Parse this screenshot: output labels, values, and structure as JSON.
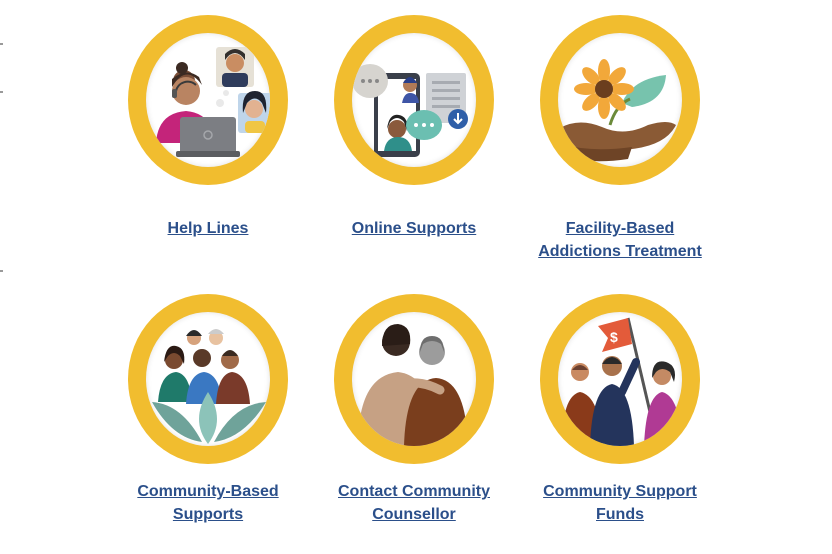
{
  "colors": {
    "badge_ring": "#f1bd2f",
    "link": "#2b4f8a",
    "background": "#ffffff"
  },
  "tiles": [
    {
      "line1": "Help Lines",
      "line2": "",
      "icon": "headset-support-icon"
    },
    {
      "line1": "Online Supports",
      "line2": "",
      "icon": "chat-phone-icon"
    },
    {
      "line1": "Facility-Based",
      "line2": "Addictions Treatment",
      "icon": "hand-flower-icon"
    },
    {
      "line1": "Community-Based",
      "line2": "Supports",
      "icon": "people-leaves-icon"
    },
    {
      "line1": "Contact Community",
      "line2": "Counsellor",
      "icon": "embrace-icon"
    },
    {
      "line1": "Community Support",
      "line2": "Funds",
      "icon": "dollar-flag-icon"
    }
  ]
}
